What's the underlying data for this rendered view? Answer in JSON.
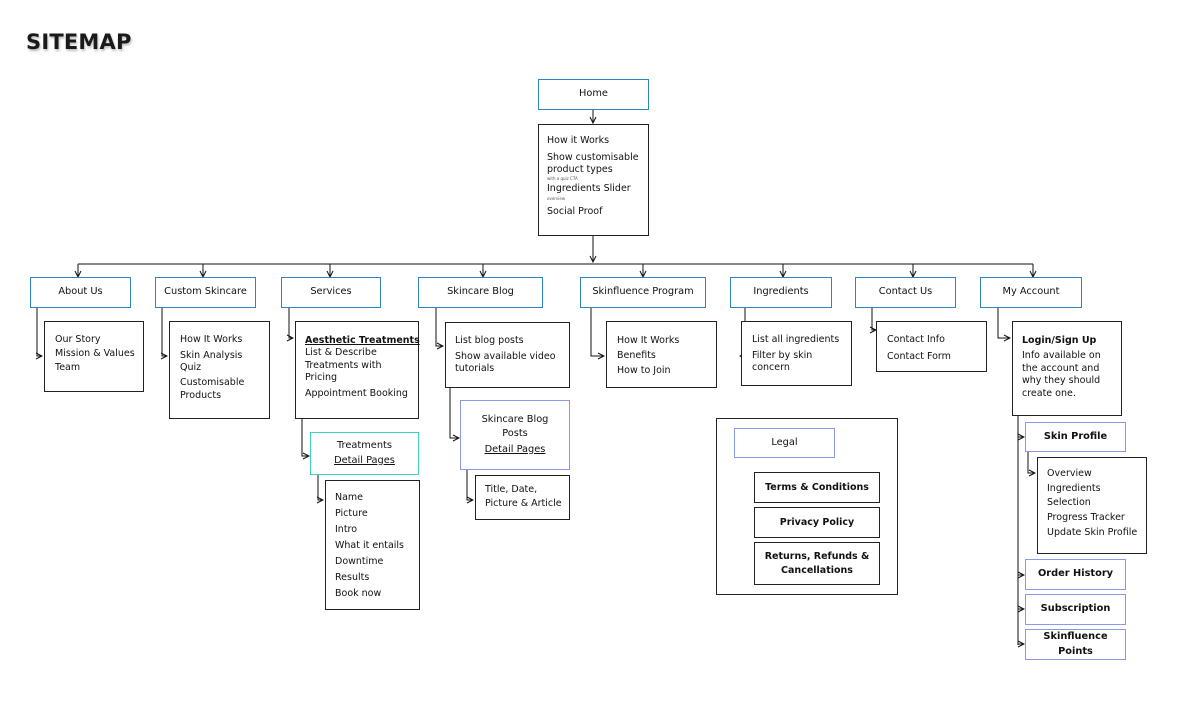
{
  "title": "SITEMAP",
  "home": {
    "label": "Home",
    "items": [
      "How it Works",
      "Show customisable",
      "product types",
      "with a quiz CTA",
      "Ingredients Slider",
      "overview",
      "Social Proof"
    ]
  },
  "nav": [
    {
      "label": "About Us",
      "items": [
        "Our Story",
        "Mission & Values",
        "Team"
      ]
    },
    {
      "label": "Custom Skincare",
      "items": [
        "How It Works",
        "Skin Analysis",
        "Quiz",
        "Customisable",
        "Products"
      ]
    },
    {
      "label": "Services",
      "items": [
        "Aesthetic Treatments",
        "List & Describe",
        "Treatments with",
        "Pricing",
        "Appointment Booking"
      ]
    },
    {
      "label": "Skincare Blog",
      "items": [
        "List blog posts",
        "Show available video",
        "tutorials"
      ]
    },
    {
      "label": "Skinfluence Program",
      "items": [
        "How It Works",
        "Benefits",
        "How to Join"
      ]
    },
    {
      "label": "Ingredients",
      "items": [
        "List all ingredients",
        "Filter by skin",
        "concern"
      ]
    },
    {
      "label": "Contact Us",
      "items": [
        "Contact Info",
        "Contact Form"
      ]
    },
    {
      "label": "My Account",
      "items": [
        "Login/Sign Up",
        "Info available on",
        "the account and",
        "why they should",
        "create one."
      ]
    }
  ],
  "treatments": {
    "label": "Treatments",
    "sublabel": "Detail Pages",
    "items": [
      "Name",
      "Picture",
      "Intro",
      "What it entails",
      "Downtime",
      "Results",
      "Book now"
    ]
  },
  "blog_posts": {
    "label": "Skincare Blog Posts",
    "sublabel": "Detail Pages",
    "items": [
      "Title, Date,",
      "Picture & Article"
    ]
  },
  "legal": {
    "label": "Legal",
    "items": [
      "Terms & Conditions",
      "Privacy Policy",
      "Returns, Refunds &",
      "Cancellations"
    ]
  },
  "account": {
    "skin_profile": {
      "label": "Skin Profile",
      "items": [
        "Overview",
        "Ingredients",
        "Selection",
        "Progress Tracker",
        "Update Skin Profile"
      ]
    },
    "order_history": "Order History",
    "subscription": "Subscription",
    "points": "Skinfluence Points"
  },
  "colors": {
    "blue_border": "#2e86c1",
    "teal_border": "#3fd1c0",
    "lavender_border": "#8a9ae8"
  }
}
